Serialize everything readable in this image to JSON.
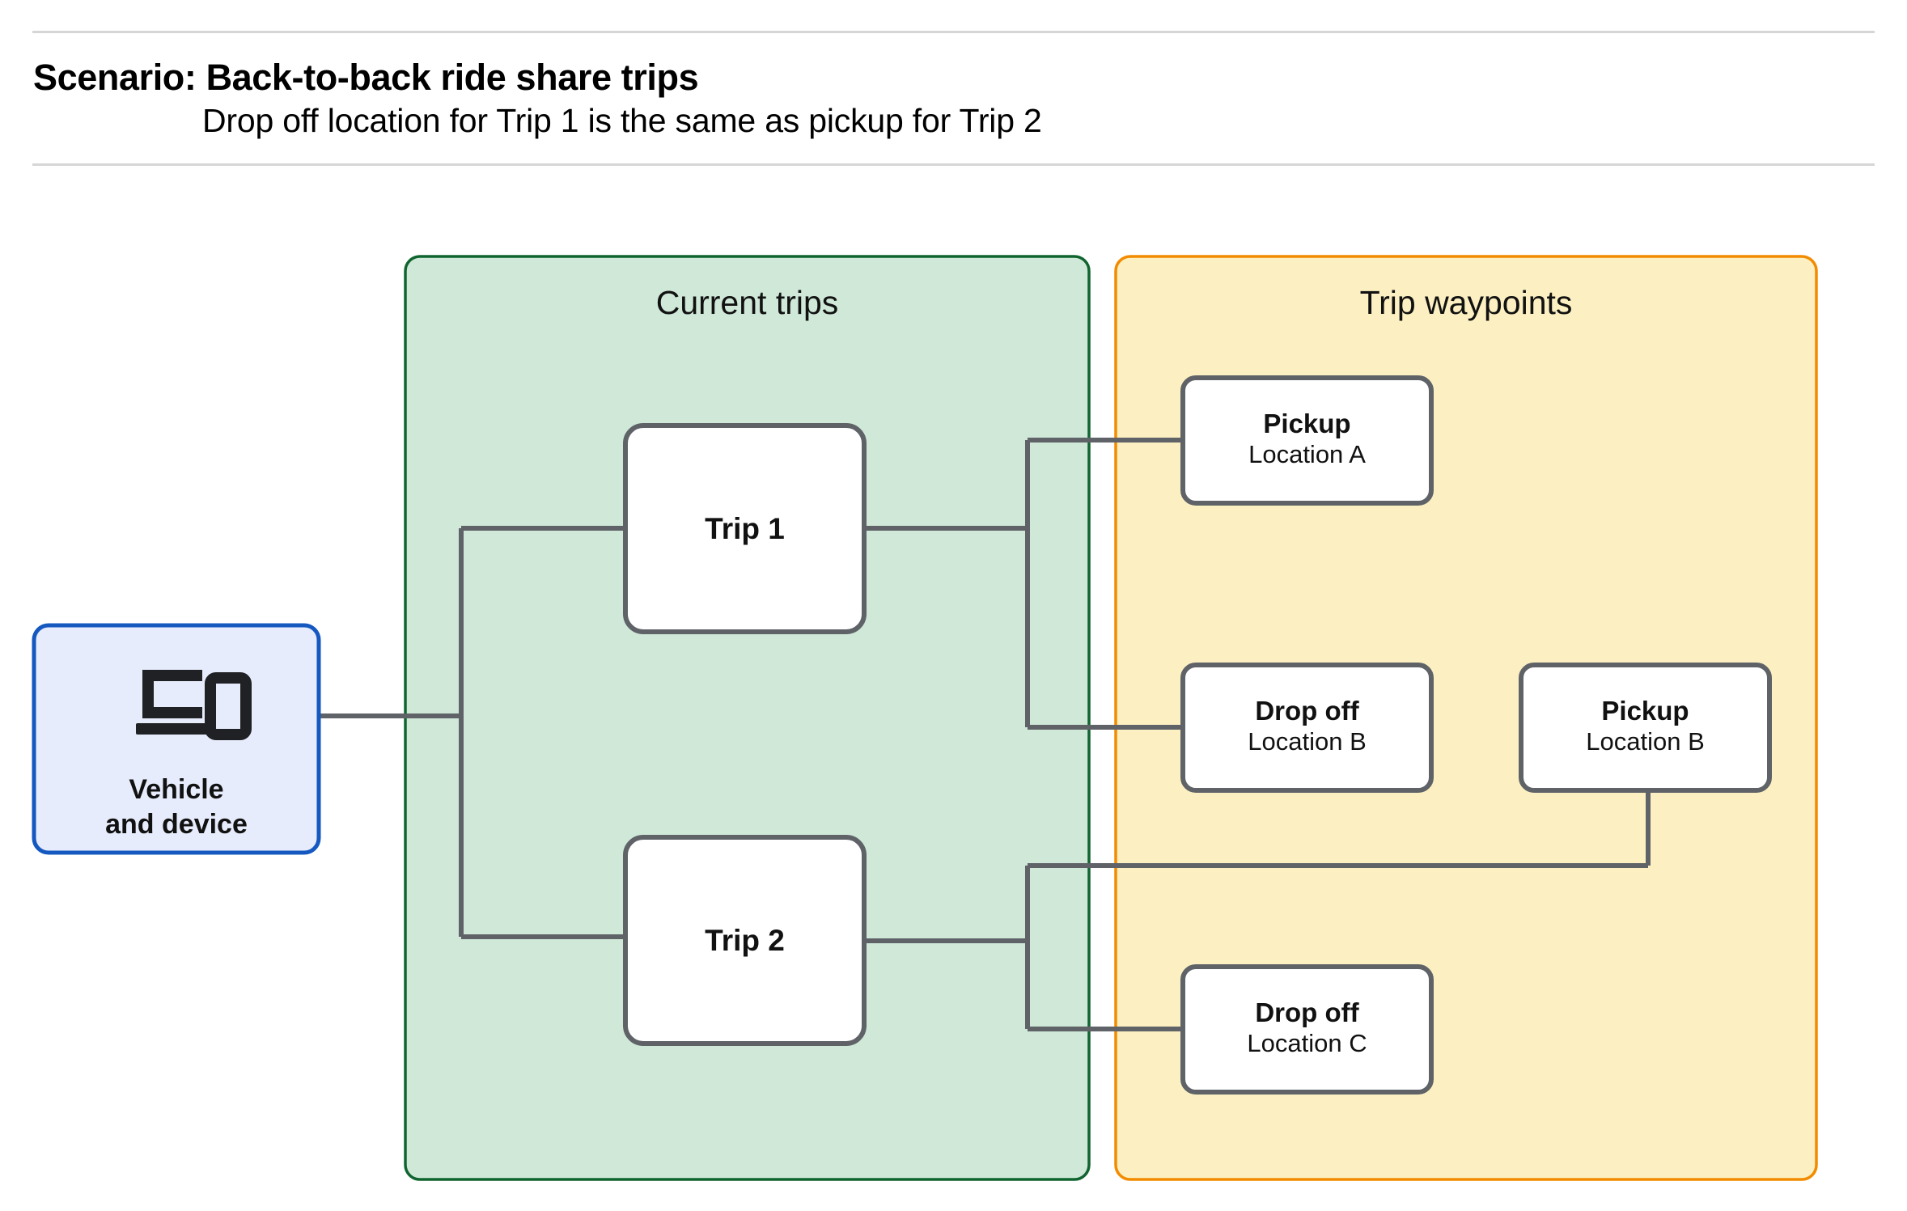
{
  "header": {
    "title": "Scenario: Back-to-back ride share trips",
    "subtitle": "Drop off  location for Trip 1 is the same as pickup for Trip 2"
  },
  "groups": {
    "current_trips": {
      "label": "Current trips",
      "fill": "#cfe8d8",
      "stroke": "#10652f"
    },
    "trip_waypoints": {
      "label": "Trip waypoints",
      "fill": "#fcf0c2",
      "stroke": "#f28b00"
    }
  },
  "nodes": {
    "vehicle": {
      "line1": "Vehicle",
      "line2": "and device",
      "icon": "devices-icon",
      "fill": "#e6ecfb",
      "stroke": "#1558c0"
    },
    "trip1": {
      "label": "Trip 1"
    },
    "trip2": {
      "label": "Trip 2"
    },
    "pickup_a": {
      "title": "Pickup",
      "subtitle": "Location A"
    },
    "dropoff_b": {
      "title": "Drop off",
      "subtitle": "Location B"
    },
    "pickup_b": {
      "title": "Pickup",
      "subtitle": "Location B"
    },
    "dropoff_c": {
      "title": "Drop off",
      "subtitle": "Location C"
    }
  },
  "style": {
    "node_fill": "#ffffff",
    "node_stroke": "#5f6368",
    "connector": "#5f6368",
    "rule": "#d6d6d6"
  }
}
